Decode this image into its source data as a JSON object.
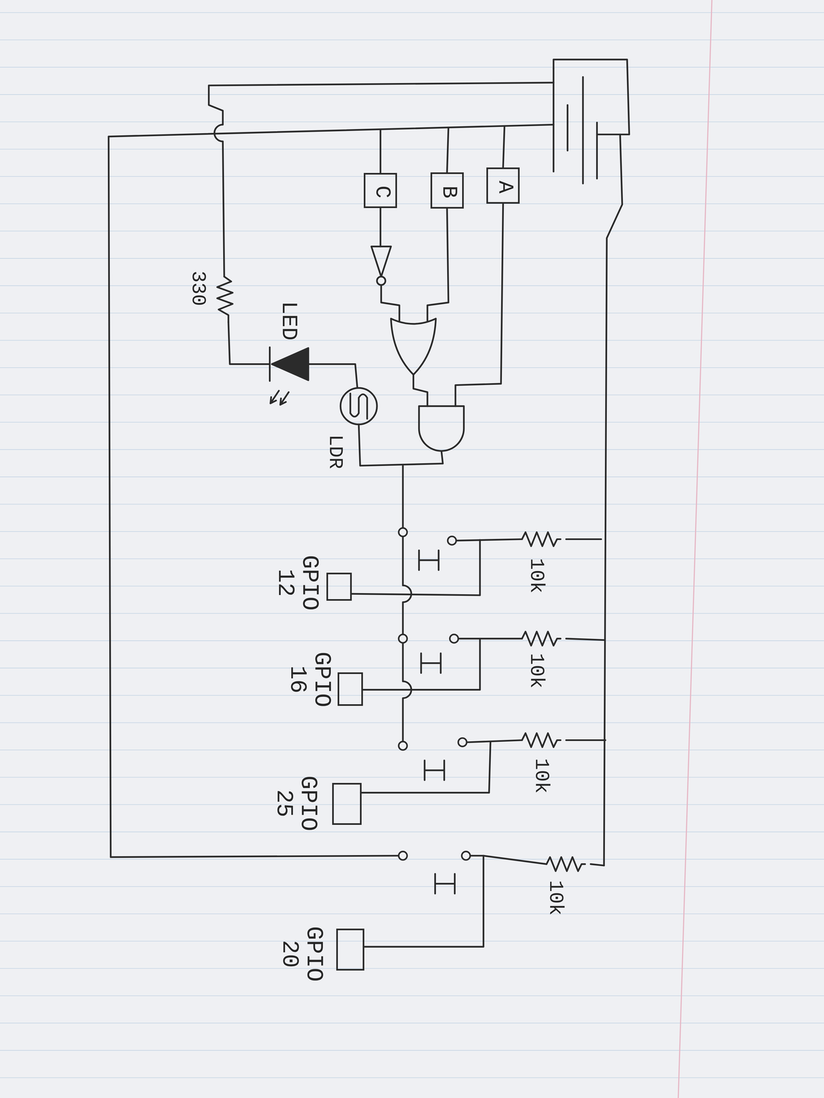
{
  "diagram": {
    "nodes": [
      {
        "text": [
          "A"
        ]
      },
      {
        "text": [
          "B"
        ]
      },
      {
        "text": [
          "C"
        ]
      },
      {
        "text": [
          "GPIO 12"
        ]
      },
      {
        "text": [
          "GPIO 16"
        ]
      },
      {
        "text": [
          "GPIO 25"
        ]
      },
      {
        "text": [
          "GPIO 20"
        ]
      }
    ],
    "labels": [
      "330",
      "LED",
      "LDR",
      "10k",
      "10k",
      "10k",
      "10k"
    ]
  }
}
